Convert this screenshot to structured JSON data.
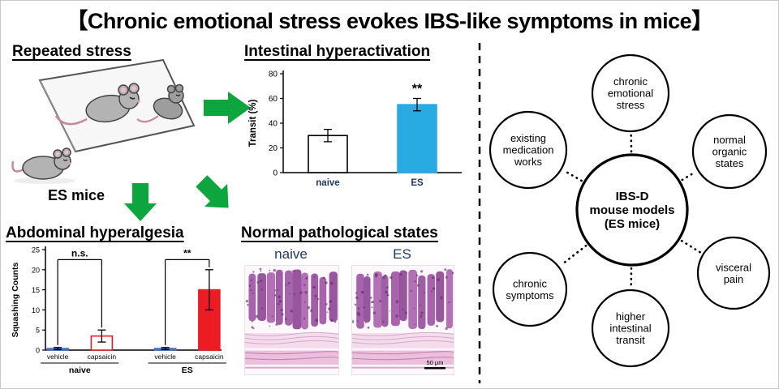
{
  "title": "【Chronic emotional stress evokes IBS-like symptoms in mice】",
  "sections": {
    "repeated_stress": {
      "heading": "Repeated stress",
      "caption": "ES mice"
    },
    "intestinal": {
      "heading": "Intestinal hyperactivation"
    },
    "hyperalgesia": {
      "heading": "Abdominal hyperalgesia"
    },
    "pathology": {
      "heading": "Normal pathological states",
      "panel_labels": [
        "naive",
        "ES"
      ],
      "scale_bar": "50 μm"
    }
  },
  "network": {
    "center_lines": [
      "IBS-D",
      "mouse models",
      "(ES mice)"
    ],
    "nodes": [
      {
        "label": "chronic emotional stress",
        "lines": [
          "chronic",
          "emotional",
          "stress"
        ]
      },
      {
        "label": "normal organic states",
        "lines": [
          "normal",
          "organic",
          "states"
        ]
      },
      {
        "label": "visceral pain",
        "lines": [
          "visceral",
          "pain"
        ]
      },
      {
        "label": "higher intestinal transit",
        "lines": [
          "higher",
          "intestinal",
          "transit"
        ]
      },
      {
        "label": "chronic symptoms",
        "lines": [
          "chronic",
          "symptoms"
        ]
      },
      {
        "label": "existing medication works",
        "lines": [
          "existing",
          "medication",
          "works"
        ]
      }
    ]
  },
  "colors": {
    "green": "#0ca53e",
    "cyan": "#29abe2",
    "red": "#ec1c24",
    "blue": "#4472c4",
    "navy": "#1f3864"
  },
  "chart_data": [
    {
      "type": "bar",
      "title": "Intestinal hyperactivation",
      "ylabel": "Transit (%)",
      "ylim": [
        0,
        80
      ],
      "yticks": [
        0,
        20,
        40,
        60,
        80
      ],
      "categories": [
        "naive",
        "ES"
      ],
      "values": [
        30,
        55
      ],
      "errors": [
        5,
        5
      ],
      "bar_fill": [
        "#ffffff",
        "#29abe2"
      ],
      "bar_edge": [
        "#000000",
        "#29abe2"
      ],
      "sig": [
        {
          "bar": 1,
          "label": "**"
        }
      ]
    },
    {
      "type": "bar",
      "title": "Abdominal hyperalgesia",
      "ylabel": "Squashing Counts",
      "ylim": [
        0,
        25
      ],
      "yticks": [
        0,
        5,
        10,
        15,
        20,
        25
      ],
      "categories": [
        "vehicle",
        "capsaicin",
        "vehicle",
        "capsaicin"
      ],
      "values": [
        0.4,
        3.5,
        0.4,
        15
      ],
      "errors": [
        0.25,
        1.5,
        0.25,
        5
      ],
      "bar_fill": [
        "#4472c4",
        "#ffffff",
        "#4472c4",
        "#ec1c24"
      ],
      "bar_edge": [
        "#4472c4",
        "#ec1c24",
        "#4472c4",
        "#ec1c24"
      ],
      "groups": [
        {
          "label": "naive",
          "bars": [
            0,
            1
          ]
        },
        {
          "label": "ES",
          "bars": [
            2,
            3
          ]
        }
      ],
      "brackets": [
        {
          "bars": [
            0,
            1
          ],
          "label": "n.s.",
          "y": 22.5
        },
        {
          "bars": [
            2,
            3
          ],
          "label": "**",
          "y": 22.5
        }
      ]
    }
  ]
}
